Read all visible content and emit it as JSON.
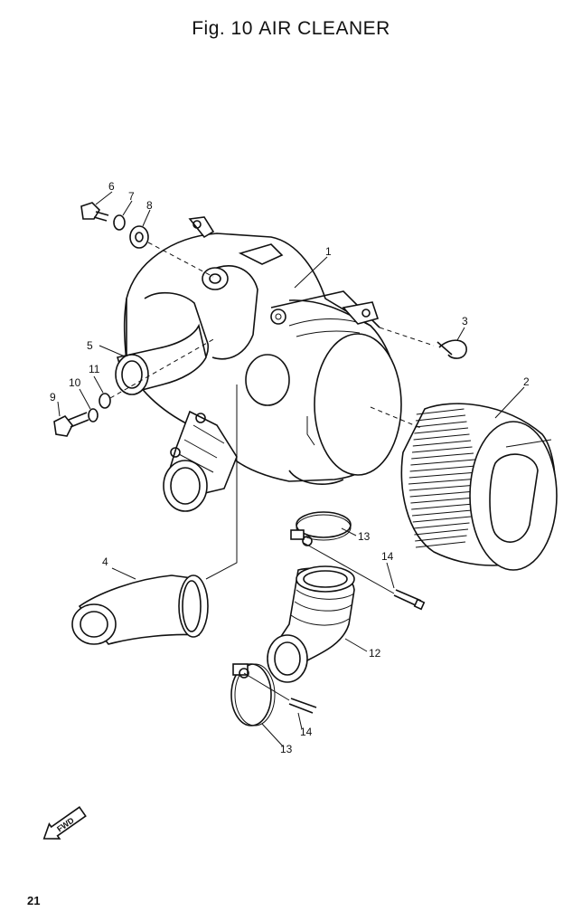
{
  "figure": {
    "number": "Fig. 10",
    "title": "AIR CLEANER"
  },
  "callouts": {
    "c1": "1",
    "c2": "2",
    "c3": "3",
    "c4": "4",
    "c5": "5",
    "c6": "6",
    "c7": "7",
    "c8": "8",
    "c9": "9",
    "c10": "10",
    "c11": "11",
    "c12": "12",
    "c13a": "13",
    "c13b": "13",
    "c14a": "14",
    "c14b": "14"
  },
  "direction_marker": "FWD",
  "page_number": "21"
}
